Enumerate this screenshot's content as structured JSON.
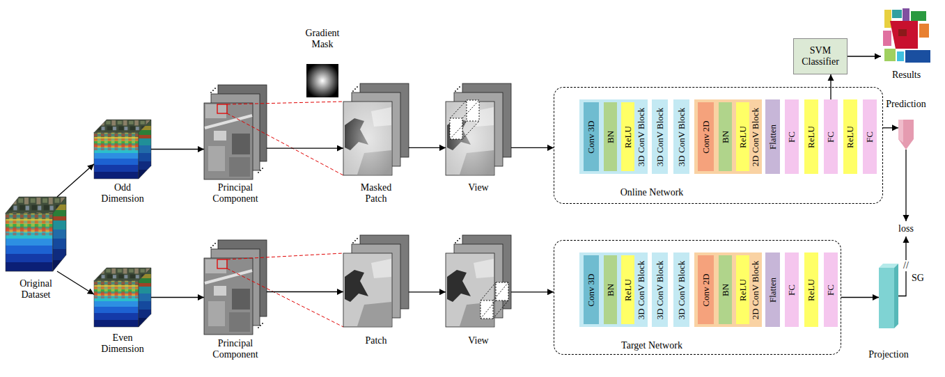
{
  "diagram": {
    "nodes": [
      {
        "text": [
          "Original Dataset"
        ]
      },
      {
        "text": [
          "Odd Dimension"
        ]
      },
      {
        "text": [
          "Even Dimension"
        ]
      },
      {
        "text": [
          "Principal Component"
        ]
      },
      {
        "text": [
          "Principal Component"
        ]
      },
      {
        "text": [
          "Masked Patch"
        ]
      },
      {
        "text": [
          "Patch"
        ]
      },
      {
        "text": [
          "View"
        ]
      },
      {
        "text": [
          "View"
        ]
      },
      {
        "text": [
          "Online Network"
        ]
      },
      {
        "text": [
          "3D ConV Block"
        ],
        "in": 9
      },
      {
        "text": [
          "Conv 3D"
        ],
        "in": 10
      },
      {
        "text": [
          "BN"
        ],
        "in": 10
      },
      {
        "text": [
          "ReLU"
        ],
        "in": 10
      },
      {
        "text": [
          "3D ConV Block"
        ],
        "in": 9
      },
      {
        "text": [
          "3D ConV Block"
        ],
        "in": 9
      },
      {
        "text": [
          "2D ConV Block"
        ],
        "in": 9
      },
      {
        "text": [
          "Conv 2D"
        ],
        "in": 16
      },
      {
        "text": [
          "BN"
        ],
        "in": 16
      },
      {
        "text": [
          "ReLU"
        ],
        "in": 16
      },
      {
        "text": [
          "Flatten"
        ],
        "in": 9
      },
      {
        "text": [
          "FC"
        ],
        "in": 9
      },
      {
        "text": [
          "ReLU"
        ],
        "in": 9
      },
      {
        "text": [
          "FC"
        ],
        "in": 9
      },
      {
        "text": [
          "ReLU"
        ],
        "in": 9
      },
      {
        "text": [
          "FC"
        ],
        "in": 9
      },
      {
        "text": [
          "SVM Classifier"
        ]
      },
      {
        "text": [
          "Results"
        ]
      },
      {
        "text": [
          "Prediction"
        ]
      },
      {
        "text": [
          "loss"
        ]
      },
      {
        "text": [
          "Target Network"
        ]
      },
      {
        "text": [
          "3D ConV Block"
        ],
        "in": 30
      },
      {
        "text": [
          "Conv 3D"
        ],
        "in": 31
      },
      {
        "text": [
          "BN"
        ],
        "in": 31
      },
      {
        "text": [
          "ReLU"
        ],
        "in": 31
      },
      {
        "text": [
          "3D ConV Block"
        ],
        "in": 30
      },
      {
        "text": [
          "3D ConV Block"
        ],
        "in": 30
      },
      {
        "text": [
          "2D ConV Block"
        ],
        "in": 30
      },
      {
        "text": [
          "Conv 2D"
        ],
        "in": 37
      },
      {
        "text": [
          "BN"
        ],
        "in": 37
      },
      {
        "text": [
          "ReLU"
        ],
        "in": 37
      },
      {
        "text": [
          "Flatten"
        ],
        "in": 30
      },
      {
        "text": [
          "FC"
        ],
        "in": 30
      },
      {
        "text": [
          "ReLU"
        ],
        "in": 30
      },
      {
        "text": [
          "FC"
        ],
        "in": 30
      },
      {
        "text": [
          "Projection"
        ]
      }
    ],
    "edges": [
      {
        "from": 0,
        "to": 1,
        "arrow": "to"
      },
      {
        "from": 0,
        "to": 2,
        "arrow": "to"
      },
      {
        "from": 1,
        "to": 3,
        "arrow": "to"
      },
      {
        "from": 2,
        "to": 4,
        "arrow": "to"
      },
      {
        "from": 3,
        "to": 5,
        "arrow": "to"
      },
      {
        "from": 4,
        "to": 6,
        "arrow": "to"
      },
      {
        "from": 5,
        "to": 7,
        "arrow": "to"
      },
      {
        "from": 6,
        "to": 8,
        "arrow": "to"
      },
      {
        "from": 7,
        "to": 9,
        "arrow": "to"
      },
      {
        "from": 8,
        "to": 30,
        "arrow": "to"
      },
      {
        "from": 9,
        "to": 28,
        "arrow": "to"
      },
      {
        "from": 23,
        "to": 26,
        "arrow": "to"
      },
      {
        "from": 26,
        "to": 27,
        "arrow": "to"
      },
      {
        "from": 28,
        "to": 29,
        "arrow": "to"
      },
      {
        "from": 30,
        "to": 45,
        "arrow": "to"
      },
      {
        "from": 45,
        "to": 29,
        "arrow": "to",
        "label": "SG"
      }
    ],
    "labels": [
      "Gradient Mask",
      "//"
    ]
  }
}
